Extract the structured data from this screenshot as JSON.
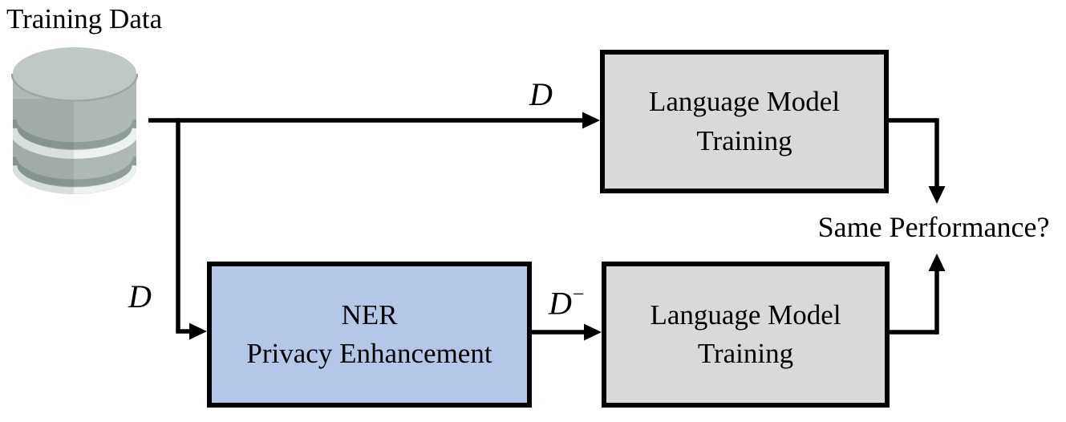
{
  "diagram": {
    "title": "Training Data",
    "nodes": {
      "lm_top": {
        "line1": "Language Model",
        "line2": "Training"
      },
      "ner": {
        "line1": "NER",
        "line2": "Privacy Enhancement"
      },
      "lm_bottom": {
        "line1": "Language Model",
        "line2": "Training"
      }
    },
    "labels": {
      "dataset_top": "D",
      "dataset_branch": "D",
      "dataset_minus_base": "D",
      "dataset_minus_sup": "−",
      "question": "Same Performance?"
    },
    "colors": {
      "box_gray": "#d9d9d9",
      "box_blue": "#b4c7e7",
      "box_border": "#000000",
      "arrow": "#000000",
      "db_top": "#c0c7c7",
      "db_body": "#aeb8b6",
      "db_stripe": "#edf1f1",
      "db_band": "#8f9e9b",
      "background": "#ffffff"
    }
  }
}
